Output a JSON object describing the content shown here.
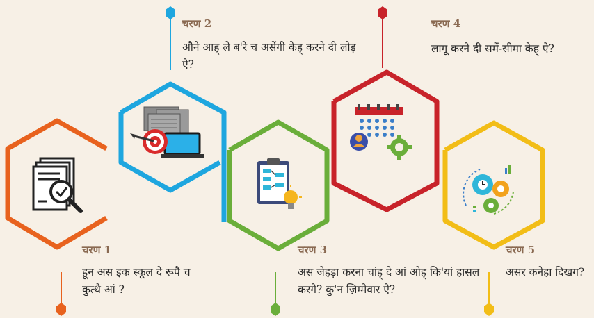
{
  "colors": {
    "step1": "#e8621e",
    "step2": "#1ea6df",
    "step3": "#6aae3a",
    "step4": "#c8232a",
    "step5": "#f2bd17",
    "background": "#f7f0e6",
    "label": "#8a6a52"
  },
  "steps": [
    {
      "label": "चरण 1",
      "text": "हून अस इक स्कूल दे रूपै च कुत्थै आं ?",
      "icon": "document-search-icon"
    },
    {
      "label": "चरण 2",
      "text": "औने आह् ले ब'रे च असेंगी केह् करने दी लोड़ ऐ?",
      "icon": "target-laptop-icon"
    },
    {
      "label": "चरण 3",
      "text": "अस जेहड़ा करना चांह् दे आं ओह् कि'यां हासल करगे? कु'न ज़िम्मेवार ऐ?",
      "icon": "clipboard-bulb-icon"
    },
    {
      "label": "चरण 4",
      "text": "लागू करने दी समें-सीमा केह् ऐ?",
      "icon": "calendar-gear-icon"
    },
    {
      "label": "चरण 5",
      "text": "असर कनेहा दिखग?",
      "icon": "gears-chart-icon"
    }
  ]
}
